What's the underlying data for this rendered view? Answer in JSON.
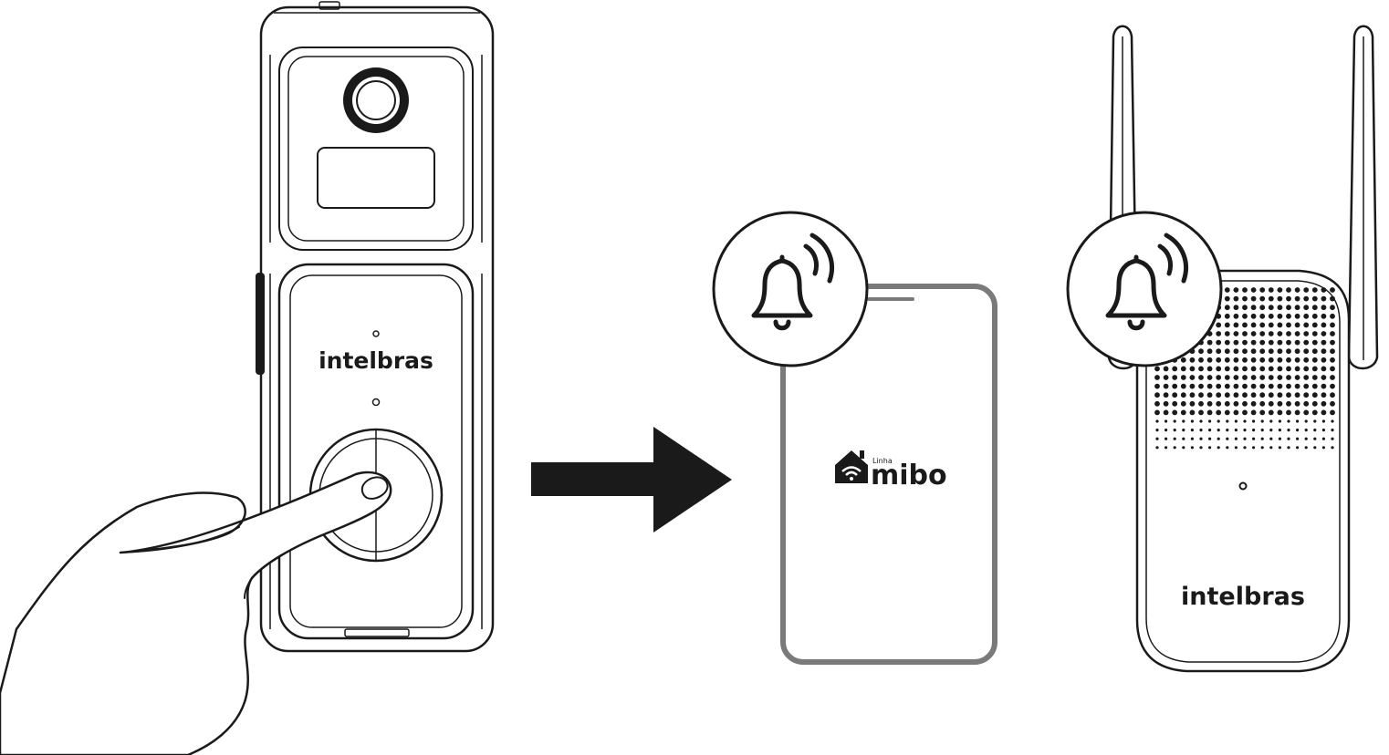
{
  "doorbell": {
    "brand": "intelbras"
  },
  "phone": {
    "app_brand_prefix": "Linha",
    "app_brand": "mibo",
    "logo_icon": "house-wifi-icon",
    "notification_icon": "bell-ringing-icon"
  },
  "chime": {
    "brand": "intelbras",
    "notification_icon": "bell-ringing-icon"
  },
  "flow_icon": "arrow-right-icon",
  "colors": {
    "line": "#1a1a1a",
    "phone_frame": "#7a7a7a",
    "background": "#ffffff"
  }
}
